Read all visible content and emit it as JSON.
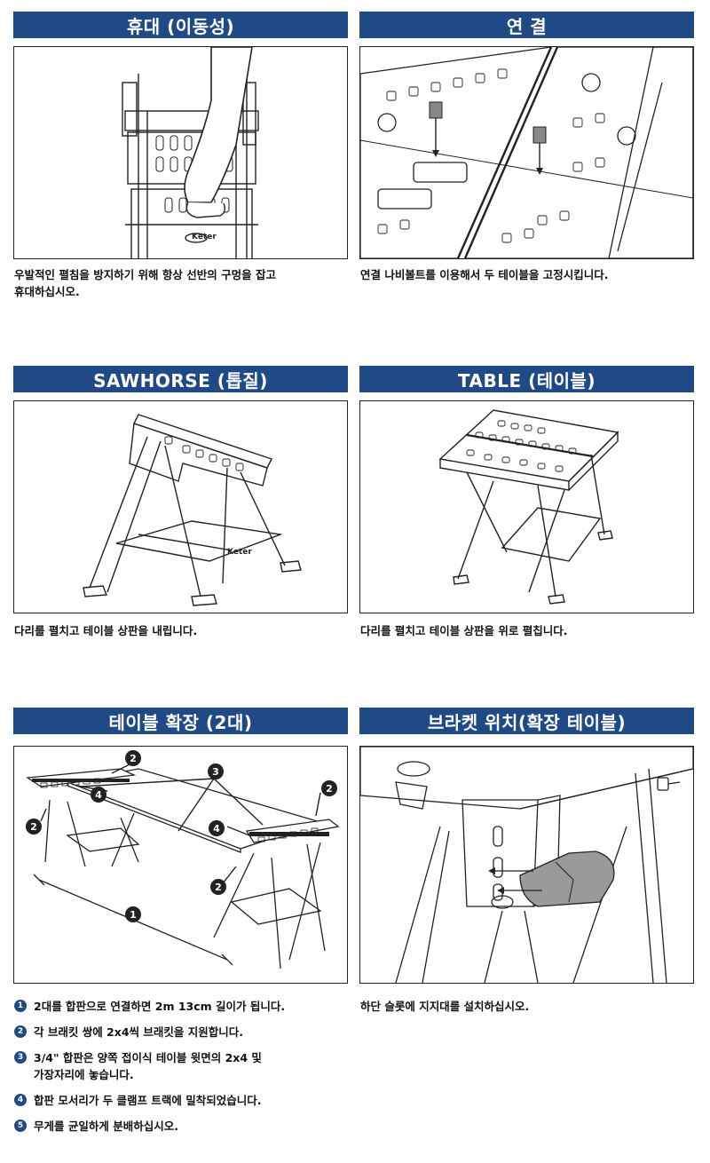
{
  "sections": [
    {
      "title": "휴대 (이동성)",
      "caption": "우발적인 펼침을 방지하기 위해 항상 선반의 구멍을 잡고\n휴대하십시오.",
      "illustration": "carry-icon"
    },
    {
      "title": "연 결",
      "caption": "연결 나비볼트를 이용해서 두 테이블을 고정시킵니다.",
      "illustration": "connect-icon"
    },
    {
      "title": "SAWHORSE (톱질)",
      "caption": "다리를 펼치고 테이블 상판을 내립니다.",
      "illustration": "sawhorse-icon"
    },
    {
      "title": "TABLE (테이블)",
      "caption": "다리를 펼치고 테이블 상판을 위로 펼칩니다.",
      "illustration": "table-icon"
    },
    {
      "title": "테이블 확장 (2대)",
      "caption": "",
      "illustration": "extension-icon"
    },
    {
      "title": "브라켓 위치(확장 테이블)",
      "caption": "하단 슬롯에 지지대를 설치하십시오.",
      "illustration": "bracket-icon"
    }
  ],
  "callouts": [
    "1",
    "2",
    "3",
    "4"
  ],
  "logo_text": "Keter",
  "steps": [
    {
      "num": "1",
      "text": "2대를 합판으로 연결하면 2m 13cm 길이가 됩니다."
    },
    {
      "num": "2",
      "text": "각 브래킷 쌍에 2x4씩 브래킷을 지원합니다."
    },
    {
      "num": "3",
      "text": "3/4\" 합판은 양쪽 접이식 테이블 윗면의 2x4 및\n가장자리에 놓습니다."
    },
    {
      "num": "4",
      "text": "합판 모서리가 두 클램프 트랙에 밀착되었습니다."
    },
    {
      "num": "5",
      "text": "무게를 균일하게 분배하십시오."
    }
  ],
  "colors": {
    "header": "#1f4a86",
    "line": "#222222",
    "gray_part": "#9a9a9a"
  }
}
